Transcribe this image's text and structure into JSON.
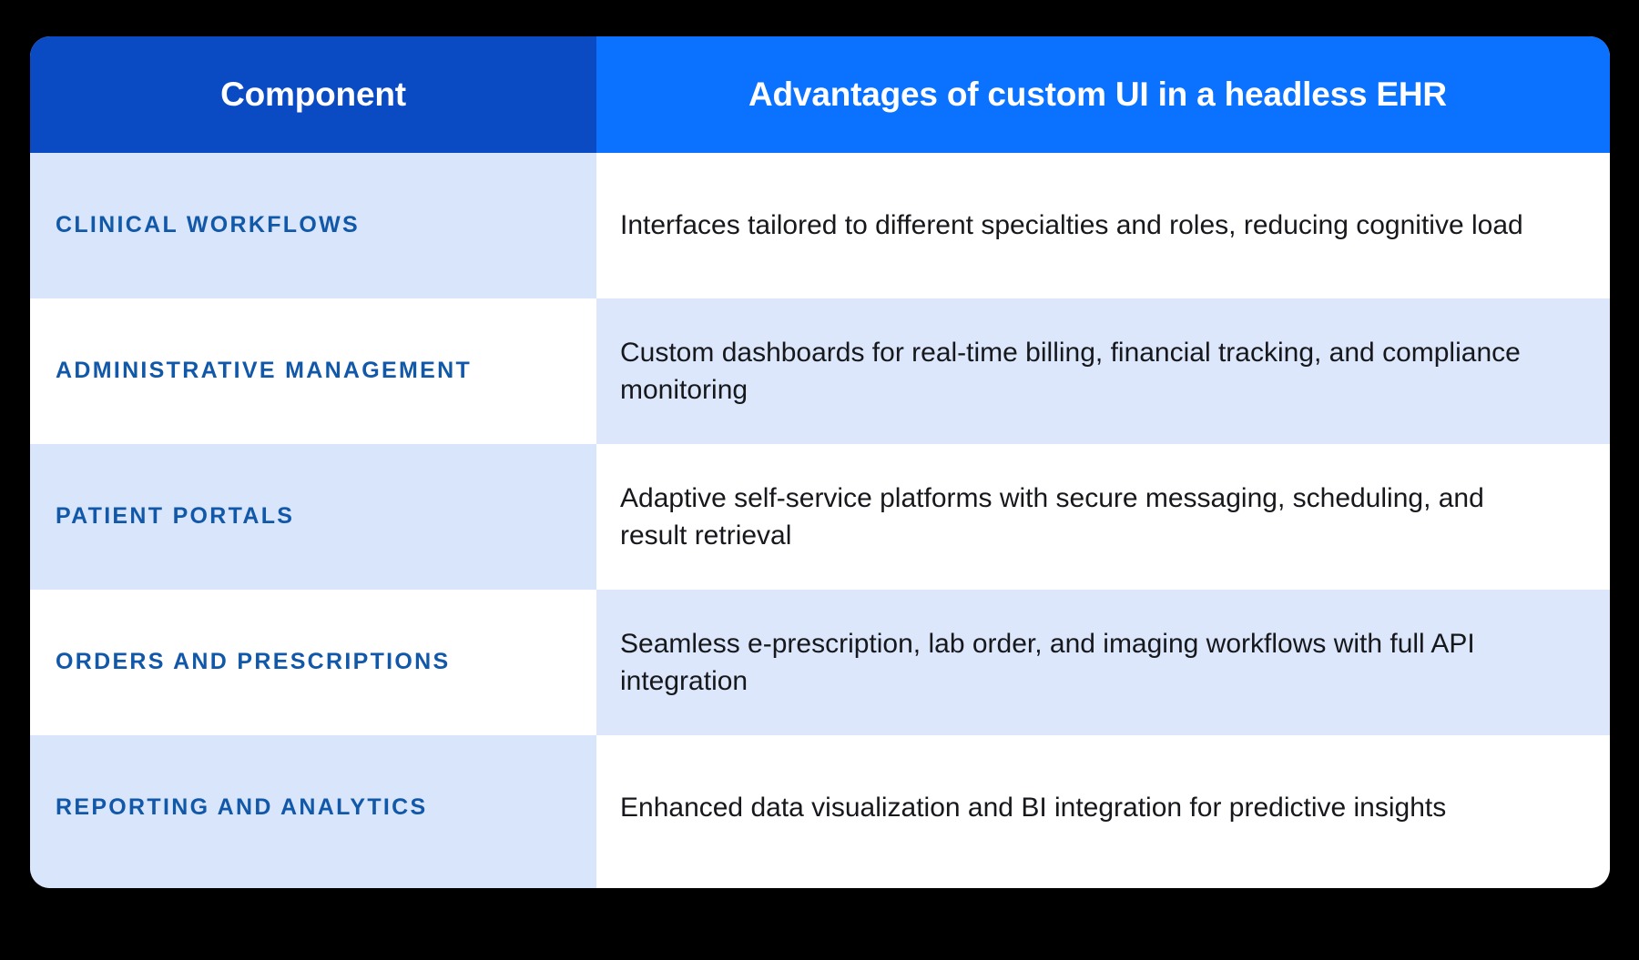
{
  "card": {
    "accent_dark_blue": "#0A4BC4",
    "accent_bright_blue": "#0A72FE",
    "row_tint_blue": "#D9E5FB",
    "label_blue": "#1158A9",
    "body_text": "#16181C",
    "page_background": "#000000"
  },
  "header": {
    "component_label": "Component",
    "advantages_label": "Advantages of custom UI in a headless EHR"
  },
  "rows": [
    {
      "component": "Clinical workflows",
      "advantage": "Interfaces tailored to different specialties and roles, reducing cognitive load"
    },
    {
      "component": "Administrative management",
      "advantage": "Custom dashboards for real-time billing, financial tracking, and compliance monitoring"
    },
    {
      "component": "Patient portals",
      "advantage": "Adaptive self-service platforms with secure messaging, scheduling, and result retrieval"
    },
    {
      "component": "Orders and prescriptions",
      "advantage": "Seamless e-prescription, lab order, and imaging workflows with full API integration"
    },
    {
      "component": "Reporting and analytics",
      "advantage": "Enhanced data visualization and BI integration for predictive insights"
    }
  ]
}
